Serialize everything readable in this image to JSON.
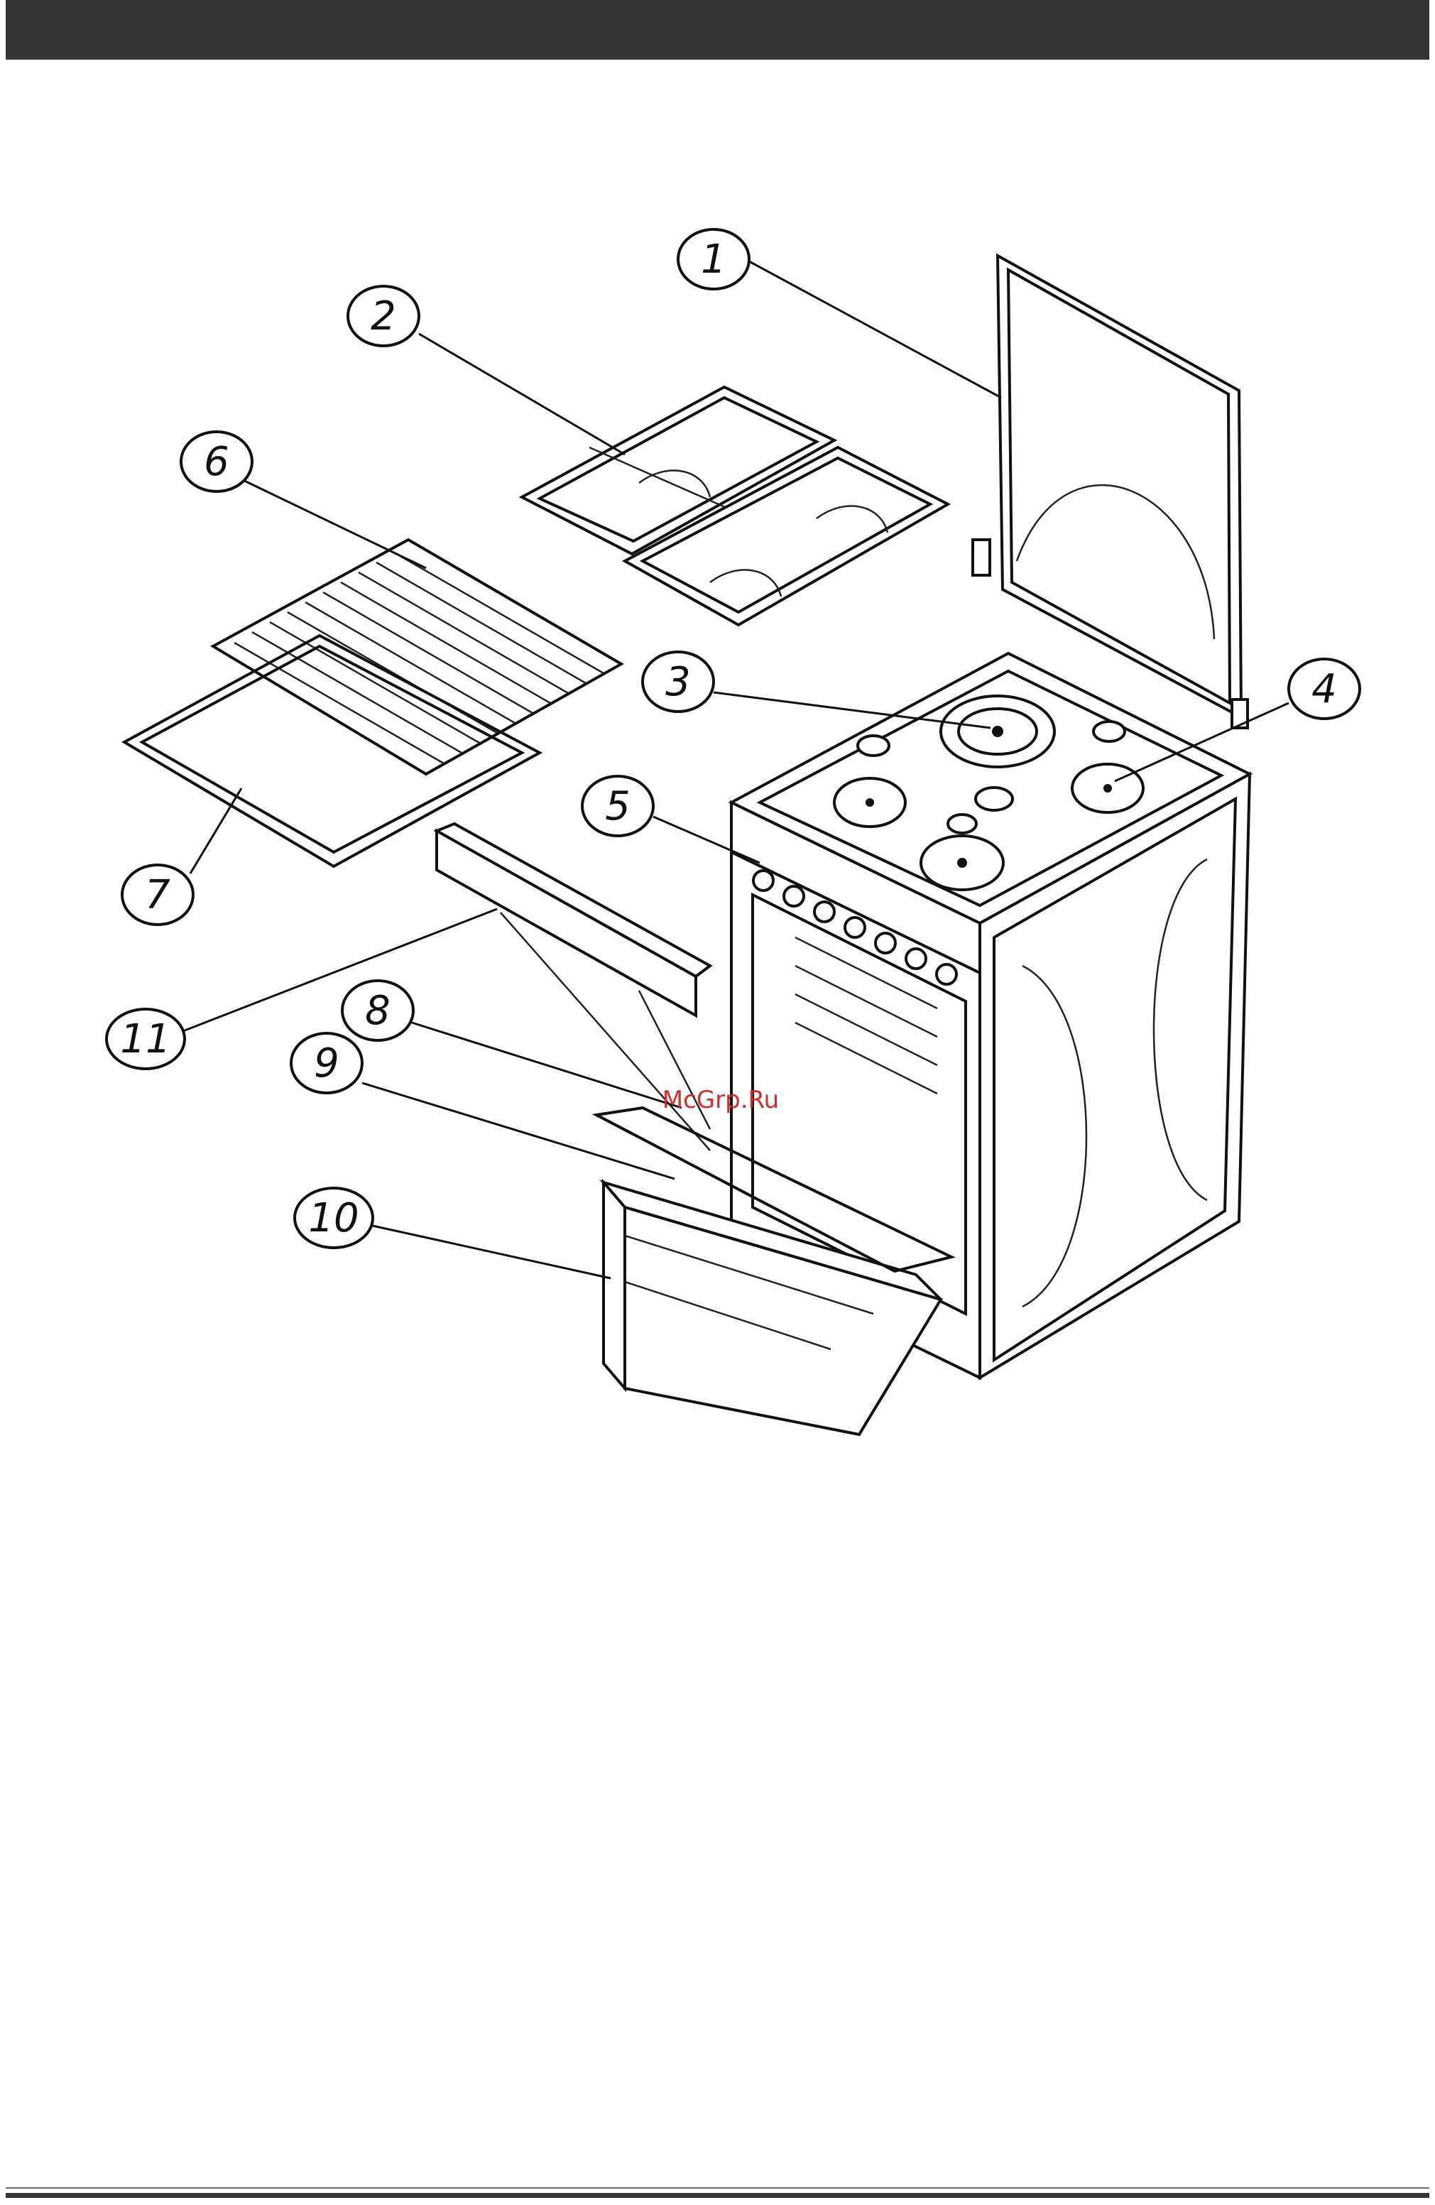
{
  "watermark": "McGrp.Ru",
  "callouts": [
    {
      "id": "1",
      "label": "1"
    },
    {
      "id": "2",
      "label": "2"
    },
    {
      "id": "3",
      "label": "3"
    },
    {
      "id": "4",
      "label": "4"
    },
    {
      "id": "5",
      "label": "5"
    },
    {
      "id": "6",
      "label": "6"
    },
    {
      "id": "7",
      "label": "7"
    },
    {
      "id": "8",
      "label": "8"
    },
    {
      "id": "9",
      "label": "9"
    },
    {
      "id": "10",
      "label": "10"
    },
    {
      "id": "11",
      "label": "11"
    }
  ]
}
